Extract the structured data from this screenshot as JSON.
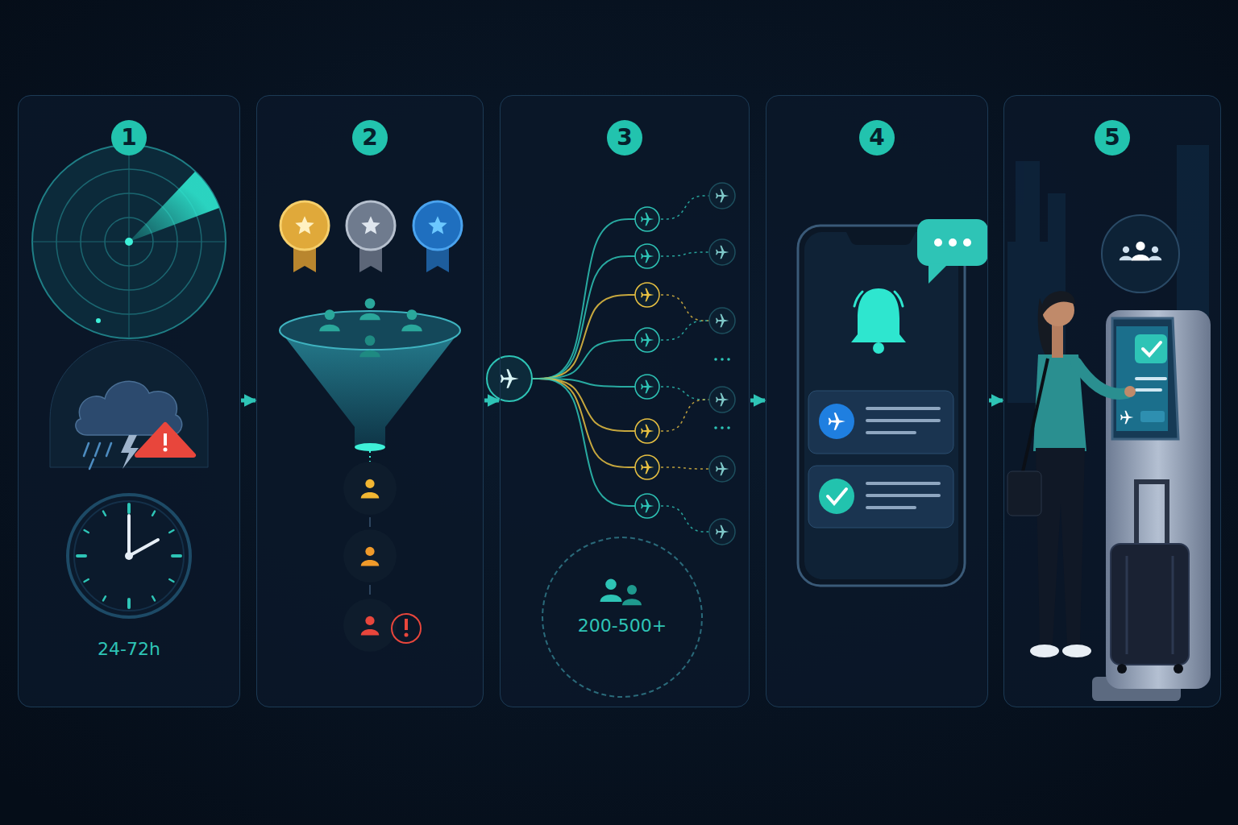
{
  "diagram": {
    "nodes": [
      {
        "text": [
          "1",
          "24-72h"
        ]
      },
      {
        "text": [
          "2"
        ]
      },
      {
        "text": [
          "3"
        ]
      },
      {
        "text": [
          "200-500+"
        ],
        "in": 2
      },
      {
        "text": [
          "4"
        ]
      },
      {
        "text": [
          "5"
        ]
      }
    ],
    "edges": [
      {
        "from": 0,
        "to": 1,
        "arrow": "to"
      },
      {
        "from": 1,
        "to": 2,
        "arrow": "to"
      },
      {
        "from": 2,
        "to": 4,
        "arrow": "to"
      },
      {
        "from": 4,
        "to": 5,
        "arrow": "to"
      }
    ]
  }
}
